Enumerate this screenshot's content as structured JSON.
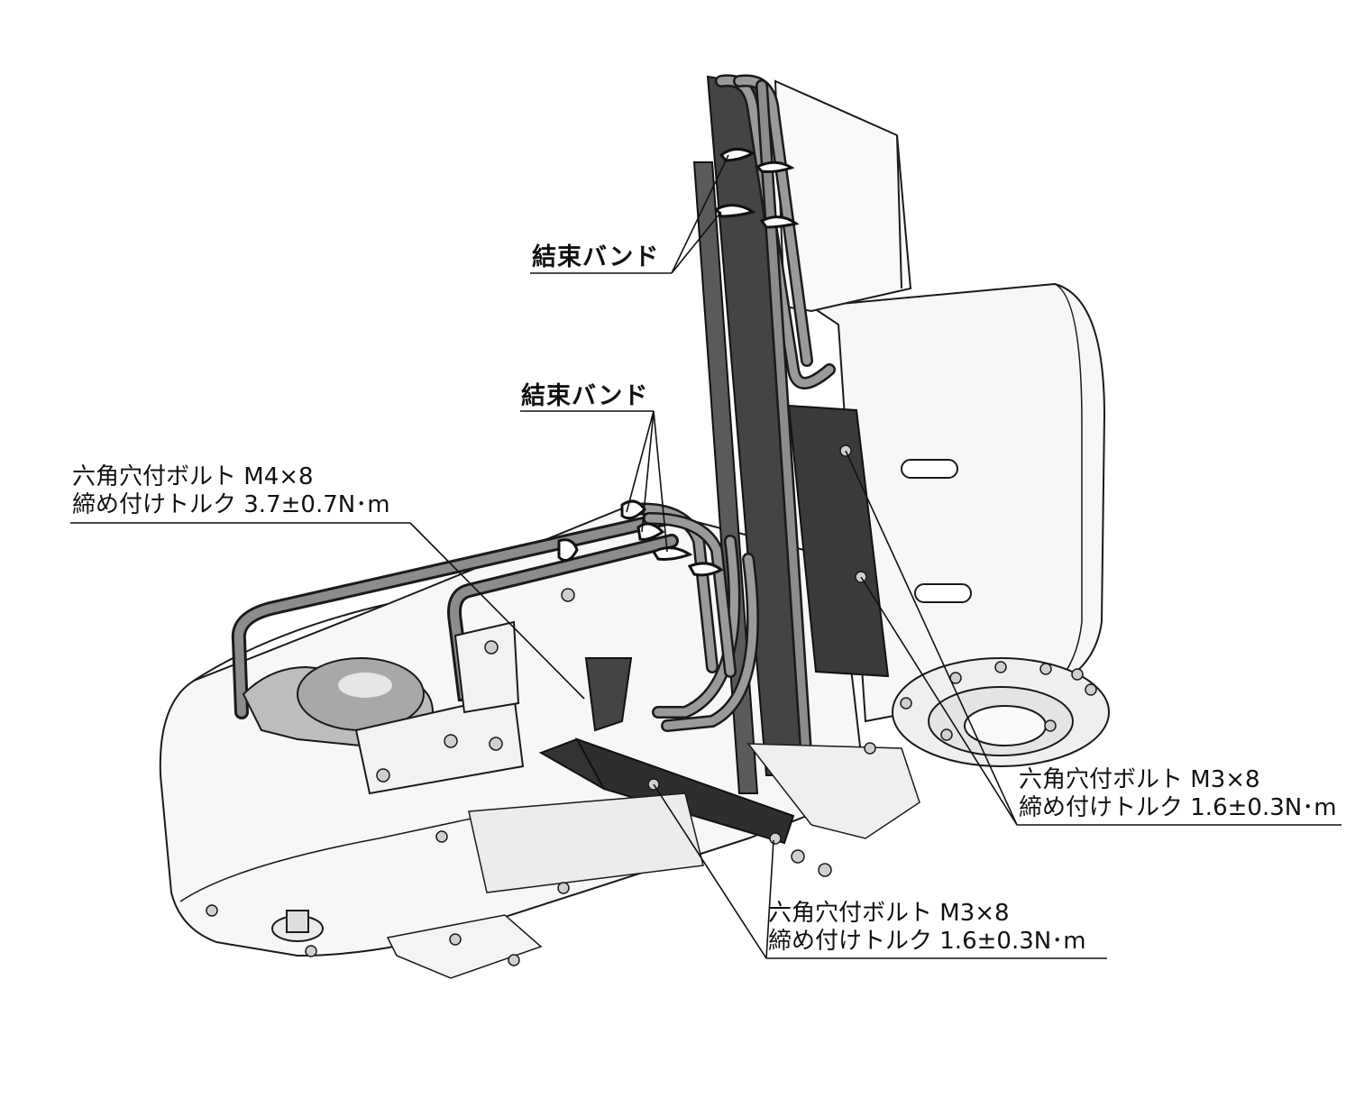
{
  "callouts": {
    "band_upper": {
      "text": "結束バンド"
    },
    "band_middle": {
      "text": "結束バンド"
    },
    "bolt_m4": {
      "line1": "六角穴付ボルト M4×8",
      "line2": "締め付けトルク 3.7±0.7N･m"
    },
    "bolt_m3_right": {
      "line1": "六角穴付ボルト M3×8",
      "line2": "締め付けトルク 1.6±0.3N･m"
    },
    "bolt_m3_bottom": {
      "line1": "六角穴付ボルト M3×8",
      "line2": "締め付けトルク 1.6±0.3N･m"
    }
  },
  "illustration": {
    "subject": "robot-arm-assembly",
    "icon": "robot-arm-icon",
    "colors": {
      "line": "#1a1a1a",
      "body": "#f7f7f7",
      "shade": "#d9d9d9",
      "dark": "#333333",
      "pipe": "#8c8c8c"
    }
  }
}
